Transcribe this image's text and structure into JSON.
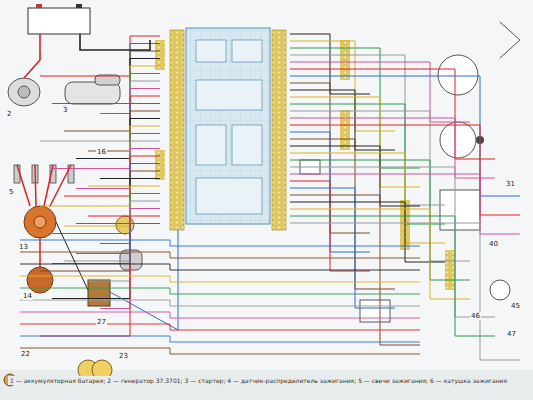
{
  "diagram": {
    "caption": "1 — аккумуляторная батарея; 2 — генератор 37.3701; 3 — стартер; 4 — датчик-распределитель зажигания; 5 — свечи зажигания; 6 — катушка зажигания",
    "labels": [
      "2",
      "3",
      "5",
      "13",
      "14",
      "16",
      "22",
      "23",
      "27",
      "31",
      "40",
      "45",
      "46",
      "47"
    ]
  }
}
